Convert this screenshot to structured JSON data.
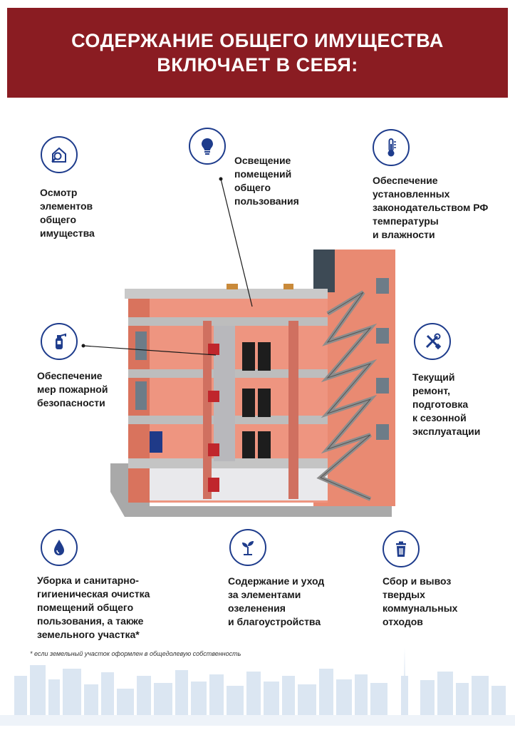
{
  "header": {
    "title_line1": "СОДЕРЖАНИЕ ОБЩЕГО ИМУЩЕСТВА",
    "title_line2": "ВКЛЮЧАЕТ В СЕБЯ:"
  },
  "items": {
    "inspection": {
      "icon": "house-magnifier-icon",
      "lines": [
        "Осмотр",
        "элементов",
        "общего",
        "имущества"
      ]
    },
    "lighting": {
      "icon": "light-bulb-icon",
      "lines": [
        "Освещение",
        "помещений",
        "общего",
        "пользования"
      ]
    },
    "climate": {
      "icon": "thermometer-icon",
      "lines": [
        "Обеспечение",
        "установленных",
        "законодательством РФ",
        "температуры",
        "и влажности"
      ]
    },
    "fire": {
      "icon": "fire-extinguisher-icon",
      "lines": [
        "Обеспечение",
        "мер пожарной",
        "безопасности"
      ]
    },
    "repair": {
      "icon": "wrench-screwdriver-icon",
      "lines": [
        "Текущий",
        "ремонт,",
        "подготовка",
        "к сезонной",
        "эксплуатации"
      ]
    },
    "cleaning": {
      "icon": "water-drop-icon",
      "lines": [
        "Уборка и санитарно-",
        "гигиеническая очистка",
        "помещений общего",
        "пользования, а также",
        "земельного участка*"
      ]
    },
    "greenery": {
      "icon": "sprout-icon",
      "lines": [
        "Содержание и уход",
        "за элементами",
        "озеленения",
        "и благоустройства"
      ]
    },
    "waste": {
      "icon": "trash-bin-icon",
      "lines": [
        "Сбор и вывоз",
        "твердых",
        "коммунальных",
        "отходов"
      ]
    }
  },
  "footnote": "* если земельный участок оформлен в общедолевую собственность",
  "colors": {
    "banner": "#8a1c22",
    "icon_blue": "#1e3c8c",
    "brick": "#e8806a",
    "concrete": "#c8c8c8"
  }
}
